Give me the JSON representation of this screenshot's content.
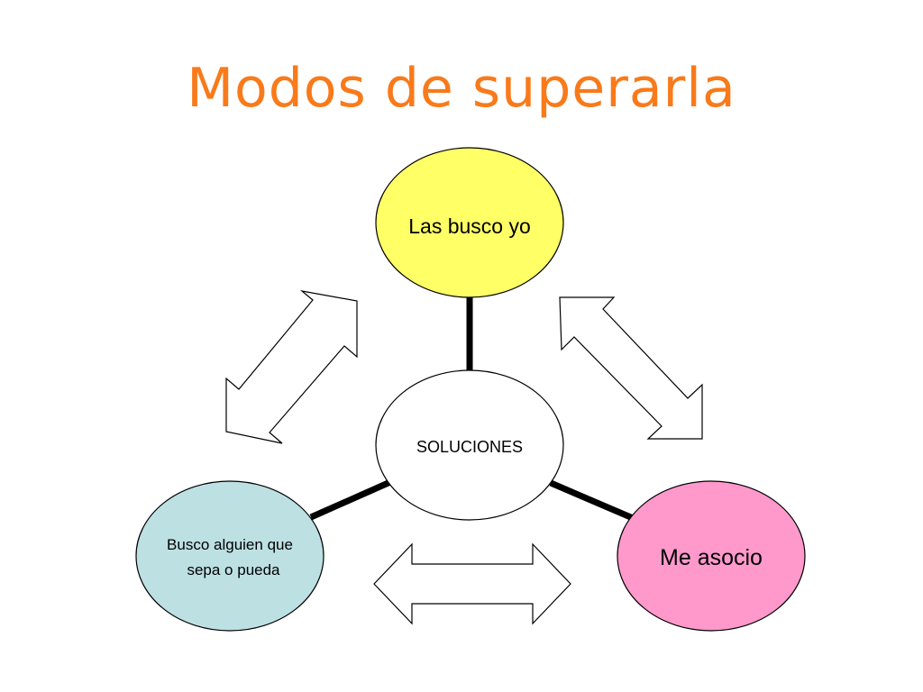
{
  "slide": {
    "title": "Modos de superarla",
    "title_color": "#f97a1a"
  },
  "diagram": {
    "center": {
      "label": "SOLUCIONES",
      "fill": "#ffffff"
    },
    "top": {
      "label": "Las busco yo",
      "fill": "#ffff66"
    },
    "left": {
      "line1": "Busco alguien que",
      "line2": "sepa o pueda",
      "fill": "#bde0e3"
    },
    "right": {
      "label": "Me asocio",
      "fill": "#ff99cc"
    },
    "stroke_color": "#000000"
  }
}
